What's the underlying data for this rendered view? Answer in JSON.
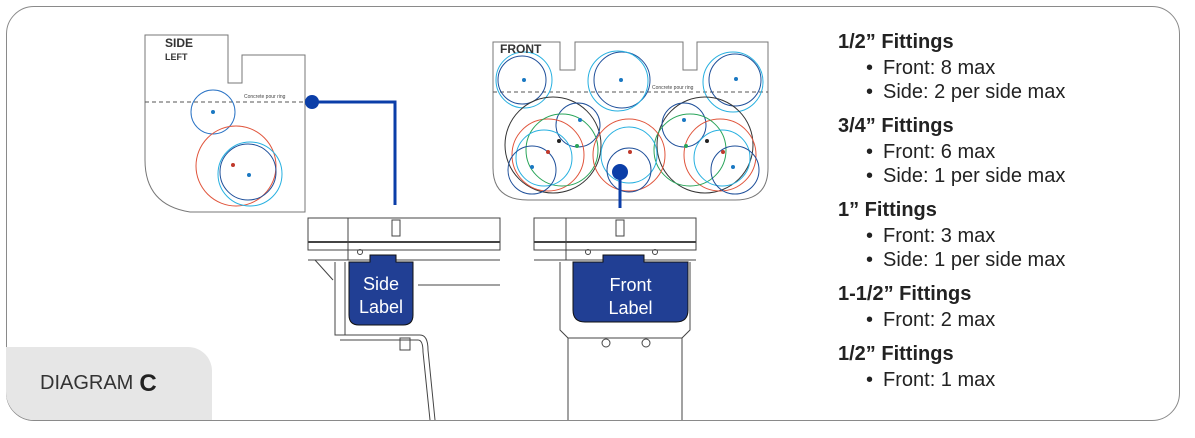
{
  "diagram": {
    "prefix": "DIAGRAM",
    "letter": "C"
  },
  "side_panel": {
    "title": "SIDE",
    "subtitle": "LEFT",
    "ring_label": "Concrete pour ring",
    "label_line1": "Side",
    "label_line2": "Label"
  },
  "front_panel": {
    "title": "FRONT",
    "ring_label": "Concrete pour ring",
    "label_line1": "Front",
    "label_line2": "Label"
  },
  "colors": {
    "accent": "#0b3ea8",
    "label_bg": "#213f94"
  },
  "specs": [
    {
      "heading": "1/2” Fittings",
      "items": [
        "Front: 8 max",
        "Side: 2 per side max"
      ]
    },
    {
      "heading": "3/4” Fittings",
      "items": [
        "Front: 6 max",
        "Side: 1 per side max"
      ]
    },
    {
      "heading": "1” Fittings",
      "items": [
        "Front: 3 max",
        "Side: 1 per side max"
      ]
    },
    {
      "heading": "1-1/2” Fittings",
      "items": [
        "Front: 2 max"
      ]
    },
    {
      "heading": "1/2” Fittings",
      "items": [
        "Front: 1 max"
      ]
    }
  ]
}
